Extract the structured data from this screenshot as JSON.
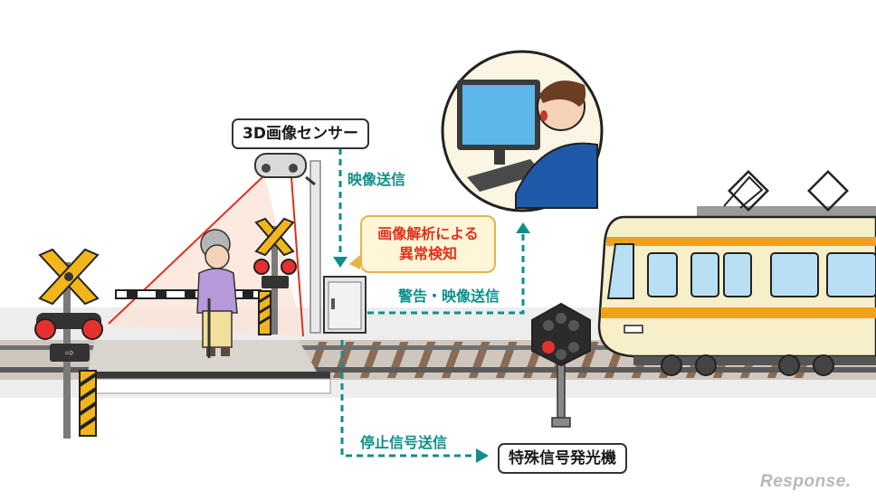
{
  "labels": {
    "sensor": "3D画像センサー",
    "video_send": "映像送信",
    "analysis_line1": "画像解析による",
    "analysis_line2": "異常検知",
    "alert_send": "警告・映像送信",
    "stop_signal_send": "停止信号送信",
    "special_signal": "特殊信号発光機"
  },
  "watermark": "Response.",
  "colors": {
    "flow_arrow": "#0e8f8a",
    "alert_text": "#e0301e",
    "bubble_fill": "#fff6d5",
    "train_body": "#f7efc9",
    "train_stripe": "#f0a020",
    "sensor_beam": "#e0301e"
  }
}
